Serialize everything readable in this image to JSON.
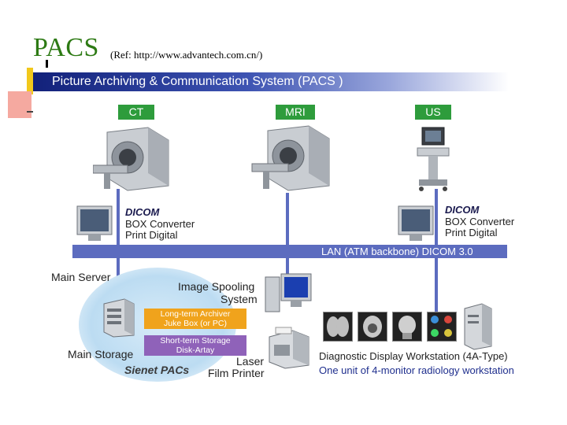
{
  "title": "PACS",
  "reference": "(Ref: http://www.advantech.com.cn/)",
  "banner": "Picture Archiving & Communication System (PACS )",
  "devices": {
    "ct": "CT",
    "mri": "MRI",
    "us": "US"
  },
  "left_dicom": {
    "heading": "DICOM",
    "line1": "BOX Converter",
    "line2": "Print Digital"
  },
  "right_dicom": {
    "heading": "DICOM",
    "line1": "BOX Converter",
    "line2": "Print Digital"
  },
  "lan": "LAN (ATM backbone) DICOM 3.0",
  "main_server": "Main Server",
  "image_spooling": {
    "line1": "Image Spooling",
    "line2": "System"
  },
  "archiver": {
    "line1": "Long-term Archiver",
    "line2": "Juke Box (or PC)"
  },
  "short_storage": {
    "line1": "Short-term Storage",
    "line2": "Disk-Artay"
  },
  "main_storage": "Main Storage",
  "sienet": "Sienet PACs",
  "laser": {
    "line1": "Laser",
    "line2": "Film Printer"
  },
  "workstation": {
    "line1": "Diagnostic Display Workstation (4A-Type)",
    "line2": "One unit of 4-monitor radiology workstation"
  },
  "colors": {
    "title": "#2d7a14",
    "banner": "#12217a",
    "device_label": "#2e9c3c",
    "network": "#5c6cbf",
    "archiver": "#f0a31c",
    "short_storage": "#8f62b9"
  }
}
